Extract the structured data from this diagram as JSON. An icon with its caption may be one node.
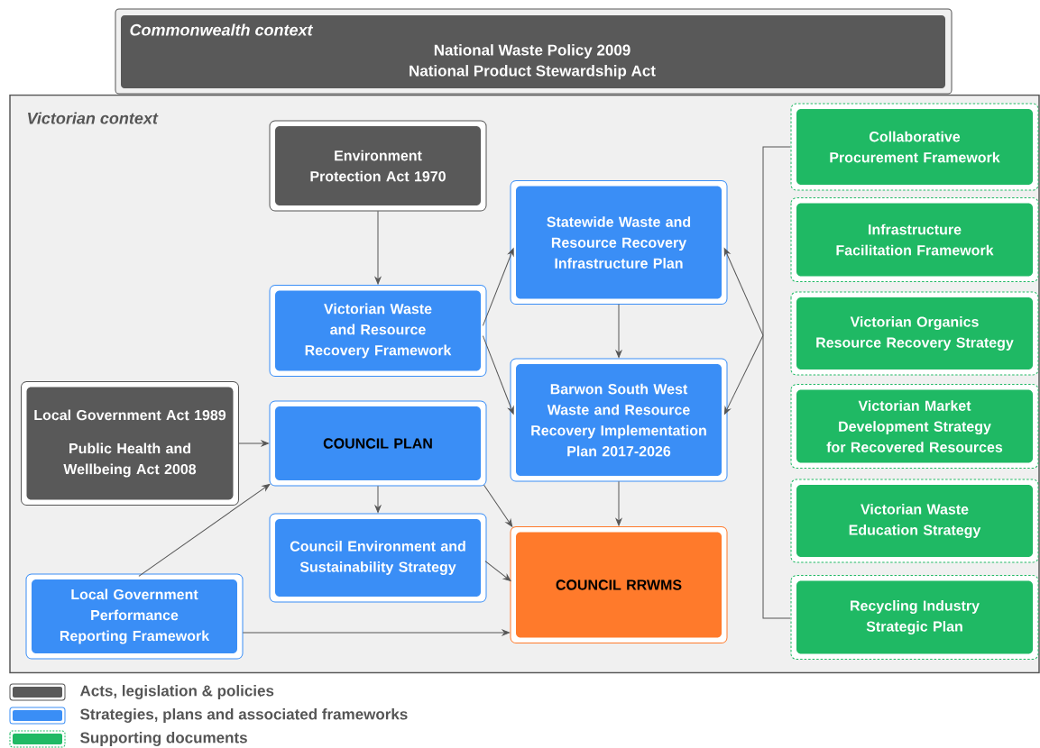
{
  "diagram": {
    "nodes": [
      {
        "text": [
          "Commonwealth context",
          "National Waste Policy 2009",
          "National Product Stewardship Act"
        ]
      },
      {
        "text": [
          "Victorian context"
        ]
      },
      {
        "text": [
          "Environment Protection Act 1970"
        ],
        "in": 1
      },
      {
        "text": [
          "Statewide Waste and Resource Recovery Infrastructure Plan"
        ],
        "in": 1
      },
      {
        "text": [
          "Victorian Waste and Resource Recovery Framework"
        ],
        "in": 1
      },
      {
        "text": [
          "Barwon South West Waste and Resource Recovery Implementation Plan 2017-2026"
        ],
        "in": 1
      },
      {
        "text": [
          "Local Government Act 1989",
          "Public Health and Wellbeing Act 2008"
        ],
        "in": 1
      },
      {
        "text": [
          "COUNCIL PLAN"
        ],
        "in": 1
      },
      {
        "text": [
          "Council Environment and Sustainability Strategy"
        ],
        "in": 1
      },
      {
        "text": [
          "COUNCIL RRWMS"
        ],
        "in": 1
      },
      {
        "text": [
          "Local Government Performance Reporting Framework"
        ],
        "in": 1
      },
      {
        "text": [
          "Collaborative Procurement Framework"
        ],
        "in": 1
      },
      {
        "text": [
          "Infrastructure Facilitation Framework"
        ],
        "in": 1
      },
      {
        "text": [
          "Victorian Organics Resource Recovery Strategy"
        ],
        "in": 1
      },
      {
        "text": [
          "Victorian Market Development Strategy for Recovered Resources"
        ],
        "in": 1
      },
      {
        "text": [
          "Victorian Waste Education Strategy"
        ],
        "in": 1
      },
      {
        "text": [
          "Recycling Industry Strategic Plan"
        ],
        "in": 1
      },
      {
        "text": [],
        "shape": "bar",
        "in": 1
      }
    ],
    "edges": [
      {
        "from": 2,
        "to": 4,
        "arrow": "to"
      },
      {
        "from": 4,
        "to": 3,
        "arrow": "to"
      },
      {
        "from": 4,
        "to": 5,
        "arrow": "to"
      },
      {
        "from": 17,
        "to": 3,
        "arrow": "to"
      },
      {
        "from": 17,
        "to": 5,
        "arrow": "to"
      },
      {
        "from": 3,
        "to": 5,
        "arrow": "to"
      },
      {
        "from": 6,
        "to": 7,
        "arrow": "to"
      },
      {
        "from": 7,
        "to": 8,
        "arrow": "to"
      },
      {
        "from": 7,
        "to": 9,
        "arrow": "to"
      },
      {
        "from": 8,
        "to": 9,
        "arrow": "to"
      },
      {
        "from": 5,
        "to": 9,
        "arrow": "to"
      },
      {
        "from": 10,
        "to": 7,
        "arrow": "to"
      },
      {
        "from": 10,
        "to": 9,
        "arrow": "to"
      }
    ],
    "legend": [
      {
        "text": "Acts, legislation & policies",
        "color": "#595959"
      },
      {
        "text": "Strategies, plans and associated frameworks",
        "color": "#3a8ef6"
      },
      {
        "text": "Supporting documents",
        "color": "#1fb964"
      }
    ]
  }
}
